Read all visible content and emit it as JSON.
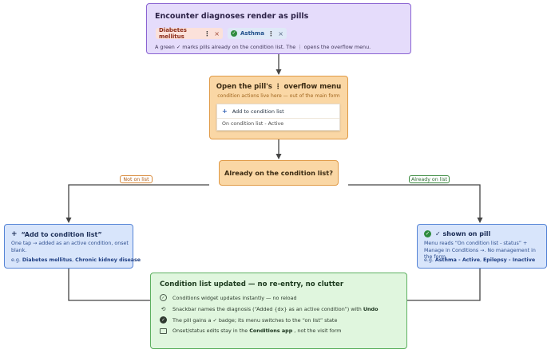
{
  "box1": {
    "title": "Encounter diagnoses render as pills",
    "pill1": {
      "label": "Diabetes mellitus",
      "menu_glyph": "⋮",
      "close_glyph": "×"
    },
    "pill2": {
      "label": "Asthma",
      "check_glyph": "✓",
      "menu_glyph": "⋮",
      "close_glyph": "×"
    },
    "note": "A green ✓ marks pills already on the condition list. The ⋮ opens the overflow menu."
  },
  "box2": {
    "title": "Open the pill's ⋮ overflow menu",
    "subtitle": "condition actions live here — out of the main form",
    "menu_item1_icon": "+",
    "menu_item1": "Add to condition list",
    "menu_item2": "On condition list - Active"
  },
  "box3": {
    "title": "Already on the condition list?"
  },
  "tags": {
    "not_on_list": "Not on list",
    "already_on_list": "Already on list"
  },
  "box4": {
    "icon": "+",
    "title": "“Add to condition list”",
    "body": "One tap → added as an active condition, onset blank.",
    "eg_prefix": "e.g. ",
    "eg_item1": "Diabetes mellitus",
    "eg_sep": ", ",
    "eg_item2": "Chronic kidney disease"
  },
  "box5": {
    "icon": "✓",
    "title": "✓ shown on pill",
    "body": "Menu reads “On condition list - status” + Manage in Conditions →. No management in the form.",
    "eg_prefix": "e.g. ",
    "eg_item1": "Asthma - Active",
    "eg_sep": ", ",
    "eg_item2": "Epilepsy - Inactive"
  },
  "box6": {
    "title": "Condition list updated — no re-entry, no clutter",
    "row1_icon": "✓",
    "row1": "Conditions widget updates instantly — no reload",
    "row2_icon": "⟲",
    "row2_text": "Snackbar names the diagnosis (“Added {dx} as an active condition”) with",
    "row2_bold": "Undo",
    "row3_icon": "✓",
    "row3": "The pill gains a ✓ badge; its menu switches to the “on list” state",
    "row4_text_a": "Onset/status edits stay in the",
    "row4_bold": "Conditions app",
    "row4_text_b": ", not the visit form"
  },
  "colors": {
    "purple_fill": "#e5dcfb",
    "purple_border": "#8a63d2",
    "orange_fill": "#fad7a5",
    "orange_border": "#e09a46",
    "blue_fill": "#d8e5fb",
    "blue_border": "#5584d6",
    "green_fill": "#e0f6de",
    "green_border": "#5db060",
    "check_green": "#2e8b3e"
  }
}
